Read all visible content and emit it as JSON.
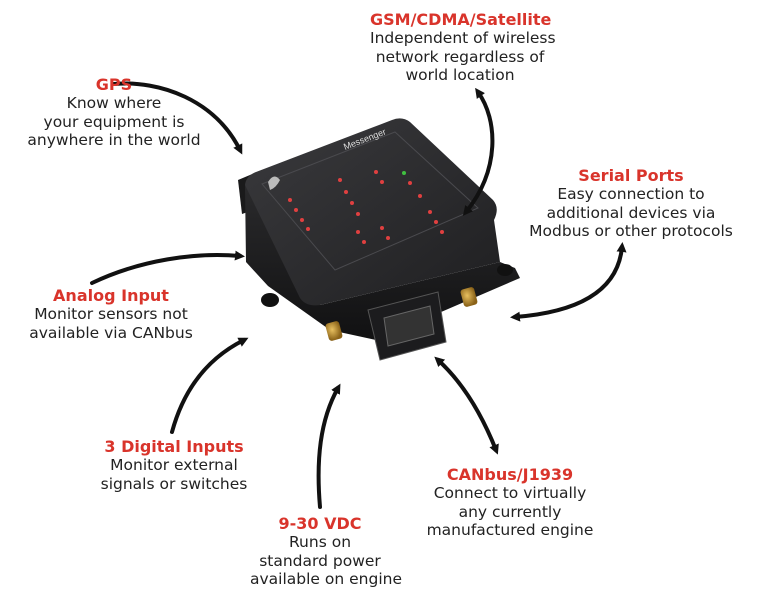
{
  "colors": {
    "title": "#d9342b",
    "body_text": "#222222",
    "arrow": "#111111",
    "device_body": "#2b2b2d"
  },
  "device": {
    "brand_label": "Messenger",
    "icon": "device-image"
  },
  "callouts": {
    "gsm": {
      "title": "GSM/CDMA/Satellite",
      "lines": [
        "Independent of wireless",
        "network regardless of",
        "world location"
      ]
    },
    "gps": {
      "title": "GPS",
      "lines": [
        "Know where",
        "your equipment is",
        "anywhere in the world"
      ]
    },
    "serial": {
      "title": "Serial Ports",
      "lines": [
        "Easy connection to",
        "additional devices via",
        "Modbus or other protocols"
      ]
    },
    "analog": {
      "title": "Analog Input",
      "lines": [
        "Monitor sensors not",
        "available via CANbus"
      ]
    },
    "digital": {
      "title": "3 Digital Inputs",
      "lines": [
        "Monitor external",
        "signals or switches"
      ]
    },
    "canbus": {
      "title": "CANbus/J1939",
      "lines": [
        "Connect to virtually",
        "any currently",
        "manufactured engine"
      ]
    },
    "power": {
      "title": "9-30 VDC",
      "lines": [
        "Runs on",
        "standard power",
        "available on engine"
      ]
    }
  }
}
